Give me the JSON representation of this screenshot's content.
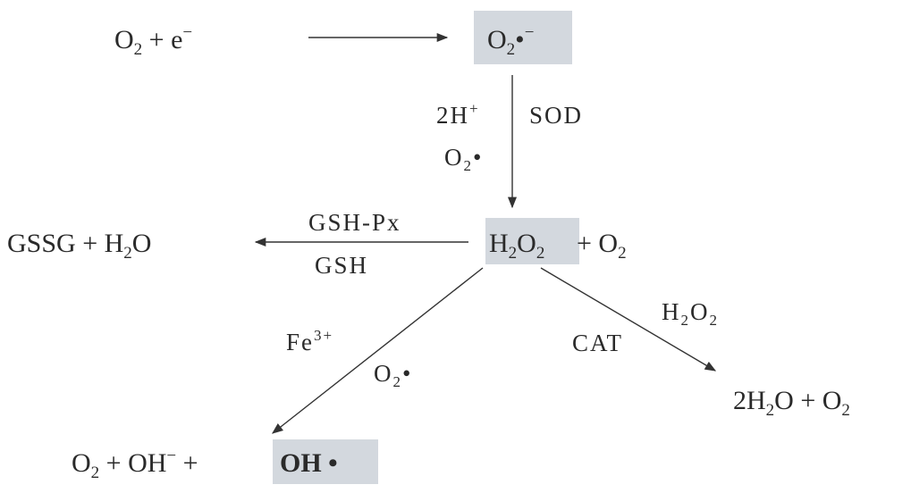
{
  "colors": {
    "highlight": "#d3d8de",
    "text": "#2a2a2a",
    "arrow": "#333333"
  },
  "nodes": {
    "oxygen_plus_electron": {
      "base": "O",
      "sub": "2",
      "rest": " + e",
      "sup": "−"
    },
    "superoxide": {
      "base": "O",
      "sub": "2",
      "rest": "•",
      "sup": "−"
    },
    "hydrogen_peroxide": {
      "a": "H",
      "a_sub": "2",
      "b": "O",
      "b_sub": "2"
    },
    "plus_oxygen": {
      "rest": " + O",
      "sub": "2"
    },
    "gssg_water": {
      "a": "GSSG + H",
      "a_sub": "2",
      "b": "O"
    },
    "water_oxygen": {
      "a": "2H",
      "a_sub": "2",
      "b": "O + O",
      "b_sub": "2"
    },
    "oxygen_hydroxide_ion": {
      "a": "O",
      "a_sub": "2",
      "b": " + OH",
      "b_sup": "−",
      "c": " + "
    },
    "hydroxyl_radical": {
      "text": "OH •"
    }
  },
  "labels": {
    "two_protons": {
      "text": "2H",
      "sup": "+"
    },
    "sod": {
      "text": "SOD"
    },
    "superoxide_cofactor": {
      "base": "O",
      "sub": "2",
      "rest": "•"
    },
    "gsh_px": {
      "text": "GSH-Px"
    },
    "gsh": {
      "text": "GSH"
    },
    "iron": {
      "text": "Fe",
      "sup": "3+"
    },
    "superoxide_fenton": {
      "base": "O",
      "sub": "2",
      "rest": "•"
    },
    "catalase_substrate": {
      "a": "H",
      "a_sub": "2",
      "b": "O",
      "b_sub": "2"
    },
    "cat": {
      "text": "CAT"
    }
  }
}
